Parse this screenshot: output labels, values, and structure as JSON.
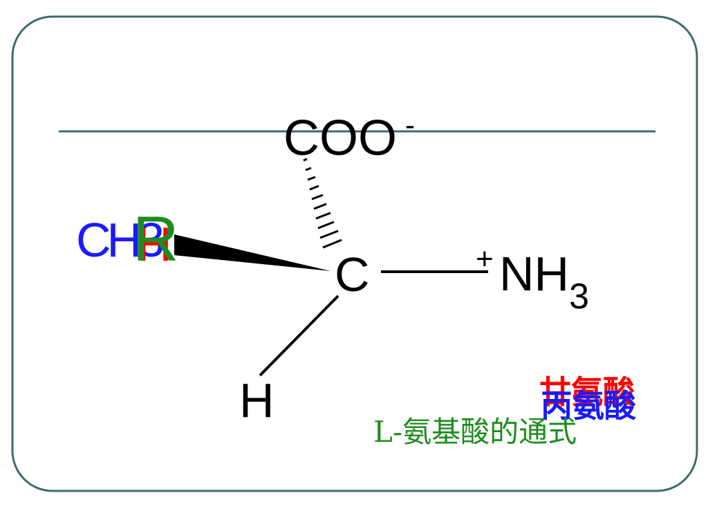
{
  "colors": {
    "frame": "#3f6b6b",
    "black": "#000000",
    "blue": "#1a1aff",
    "red": "#ff0000",
    "green": "#1e8c1e"
  },
  "structure": {
    "top_group": "COO",
    "top_charge": "-",
    "center_atom": "C",
    "right_charge": "+",
    "right_group_main": "NH",
    "right_group_sub": "3",
    "bottom_atom": "H",
    "left_ch3": "CH3",
    "left_h": "H",
    "left_r": "R"
  },
  "captions": {
    "alanine": "丙氨酸",
    "glycine": "甘氨酸",
    "general_formula": "L-氨基酸的通式"
  }
}
